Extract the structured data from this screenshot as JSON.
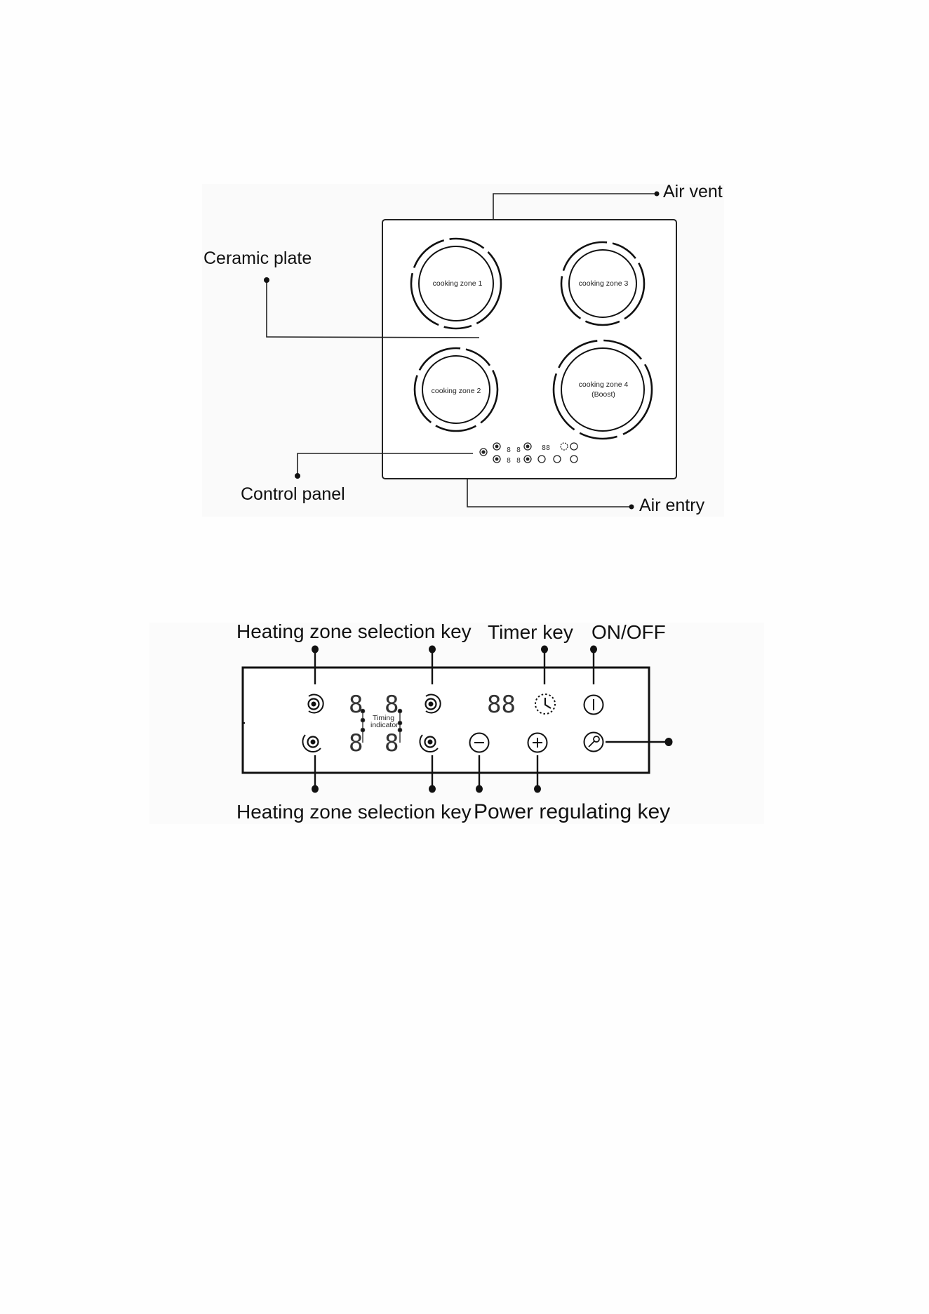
{
  "hob_diagram": {
    "air_vent_label": "Air vent",
    "ceramic_plate_label": "Ceramic plate",
    "control_panel_label": "Control panel",
    "air_entry_label": "Air entry",
    "zones": [
      {
        "lines": [
          "cooking zone 1"
        ]
      },
      {
        "lines": [
          "cooking zone 3"
        ]
      },
      {
        "lines": [
          "cooking zone 2"
        ]
      },
      {
        "lines": [
          "cooking zone 4",
          "(Boost)"
        ]
      }
    ]
  },
  "control_panel_diagram": {
    "top_left_label": "Heating zone selection key",
    "timer_label": "Timer key",
    "onoff_label": "ON/OFF",
    "bottom_left_label": "Heating zone selection key",
    "power_label": "Power regulating key",
    "timing_indicator_label": [
      "Timing",
      "indicator"
    ],
    "display_digit": "8",
    "timer_display": "88"
  },
  "icons": {
    "zone_key": "zone-selection-icon",
    "timer": "clock-icon",
    "power": "power-icon",
    "minus": "minus-icon",
    "plus": "plus-icon",
    "lock": "key-lock-icon"
  }
}
